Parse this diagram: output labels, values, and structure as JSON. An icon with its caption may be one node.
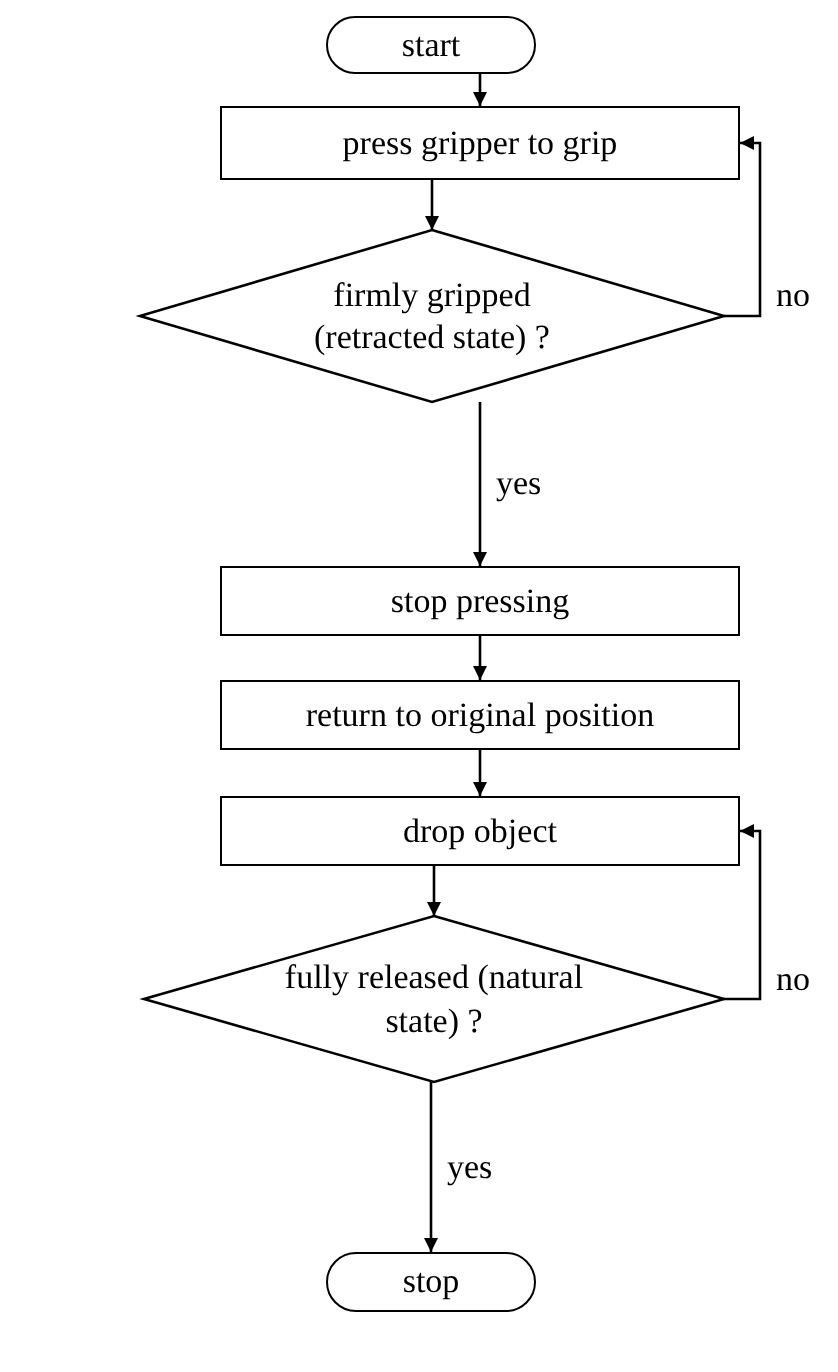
{
  "diagram": {
    "nodes": [
      {
        "text": [
          "start"
        ]
      },
      {
        "text": [
          "press gripper to grip"
        ]
      },
      {
        "text": [
          "firmly gripped (retracted state) ?"
        ]
      },
      {
        "text": [
          "stop pressing"
        ]
      },
      {
        "text": [
          "return to original position"
        ]
      },
      {
        "text": [
          "drop object"
        ]
      },
      {
        "text": [
          "fully released (natural state) ?"
        ]
      },
      {
        "text": [
          "stop"
        ]
      }
    ],
    "edges": [
      {
        "from": 0,
        "to": 1,
        "arrow": "to"
      },
      {
        "from": 1,
        "to": 2,
        "arrow": "to"
      },
      {
        "from": 2,
        "to": 1,
        "arrow": "to",
        "label": "no"
      },
      {
        "from": 2,
        "to": 3,
        "arrow": "to",
        "label": "yes"
      },
      {
        "from": 3,
        "to": 4,
        "arrow": "to"
      },
      {
        "from": 4,
        "to": 5,
        "arrow": "to"
      },
      {
        "from": 5,
        "to": 6,
        "arrow": "to"
      },
      {
        "from": 6,
        "to": 5,
        "arrow": "to",
        "label": "no"
      },
      {
        "from": 6,
        "to": 7,
        "arrow": "to",
        "label": "yes"
      }
    ]
  }
}
